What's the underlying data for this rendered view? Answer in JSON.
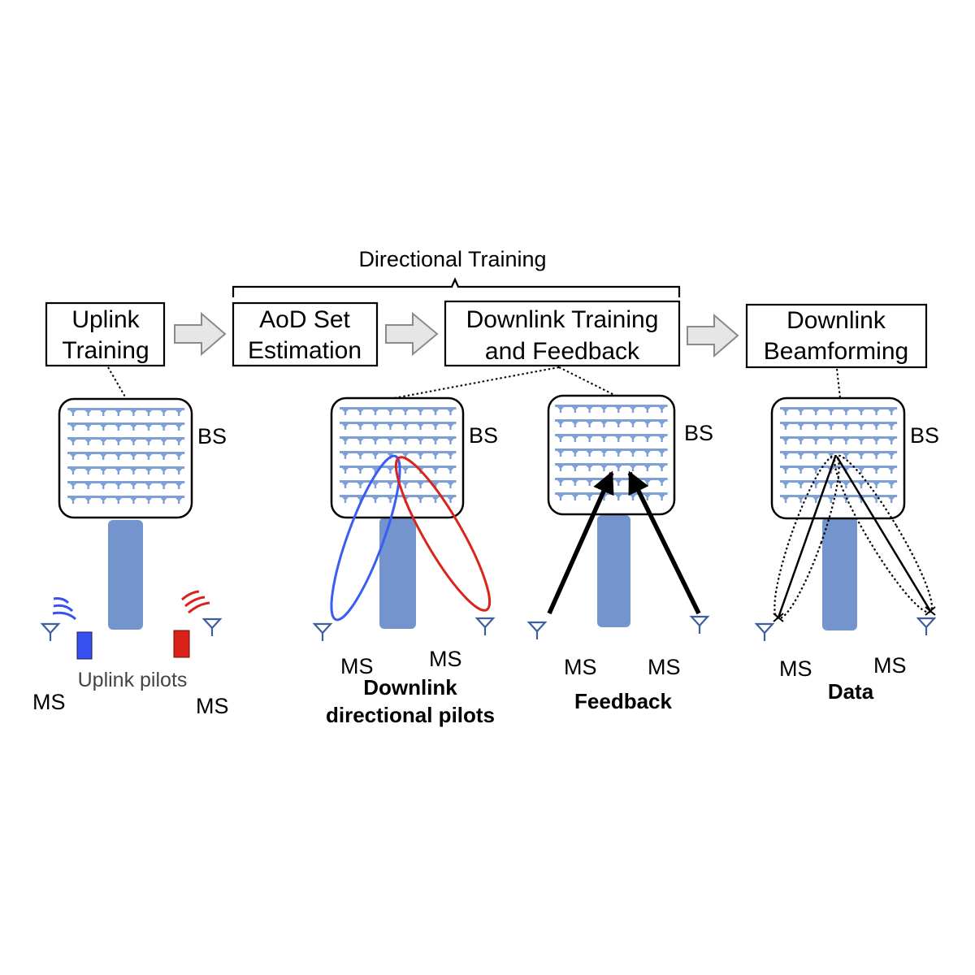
{
  "header": {
    "group_label": "Directional Training"
  },
  "steps": [
    {
      "line1": "Uplink",
      "line2": "Training"
    },
    {
      "line1": "AoD Set",
      "line2": "Estimation"
    },
    {
      "line1": "Downlink Training",
      "line2": "and Feedback"
    },
    {
      "line1": "Downlink",
      "line2": "Beamforming"
    }
  ],
  "labels": {
    "bs": "BS",
    "ms": "MS",
    "uplink_pilots": "Uplink pilots",
    "downlink_line1": "Downlink",
    "downlink_line2": "directional pilots",
    "feedback": "Feedback",
    "data": "Data"
  },
  "colors": {
    "antenna": "#7ea0d6",
    "pole": "#7394cc",
    "pilot_blue": "#3651f0",
    "pilot_red": "#d9231a",
    "beam_blue": "#3a5ef2",
    "beam_red": "#d8261c",
    "arrow_fill": "#e6e6e6",
    "arrow_stroke": "#8a8a8a"
  },
  "icons": [
    "antenna-array-icon",
    "ms-antenna-icon",
    "signal-wave-icon",
    "block-arrow-icon"
  ]
}
